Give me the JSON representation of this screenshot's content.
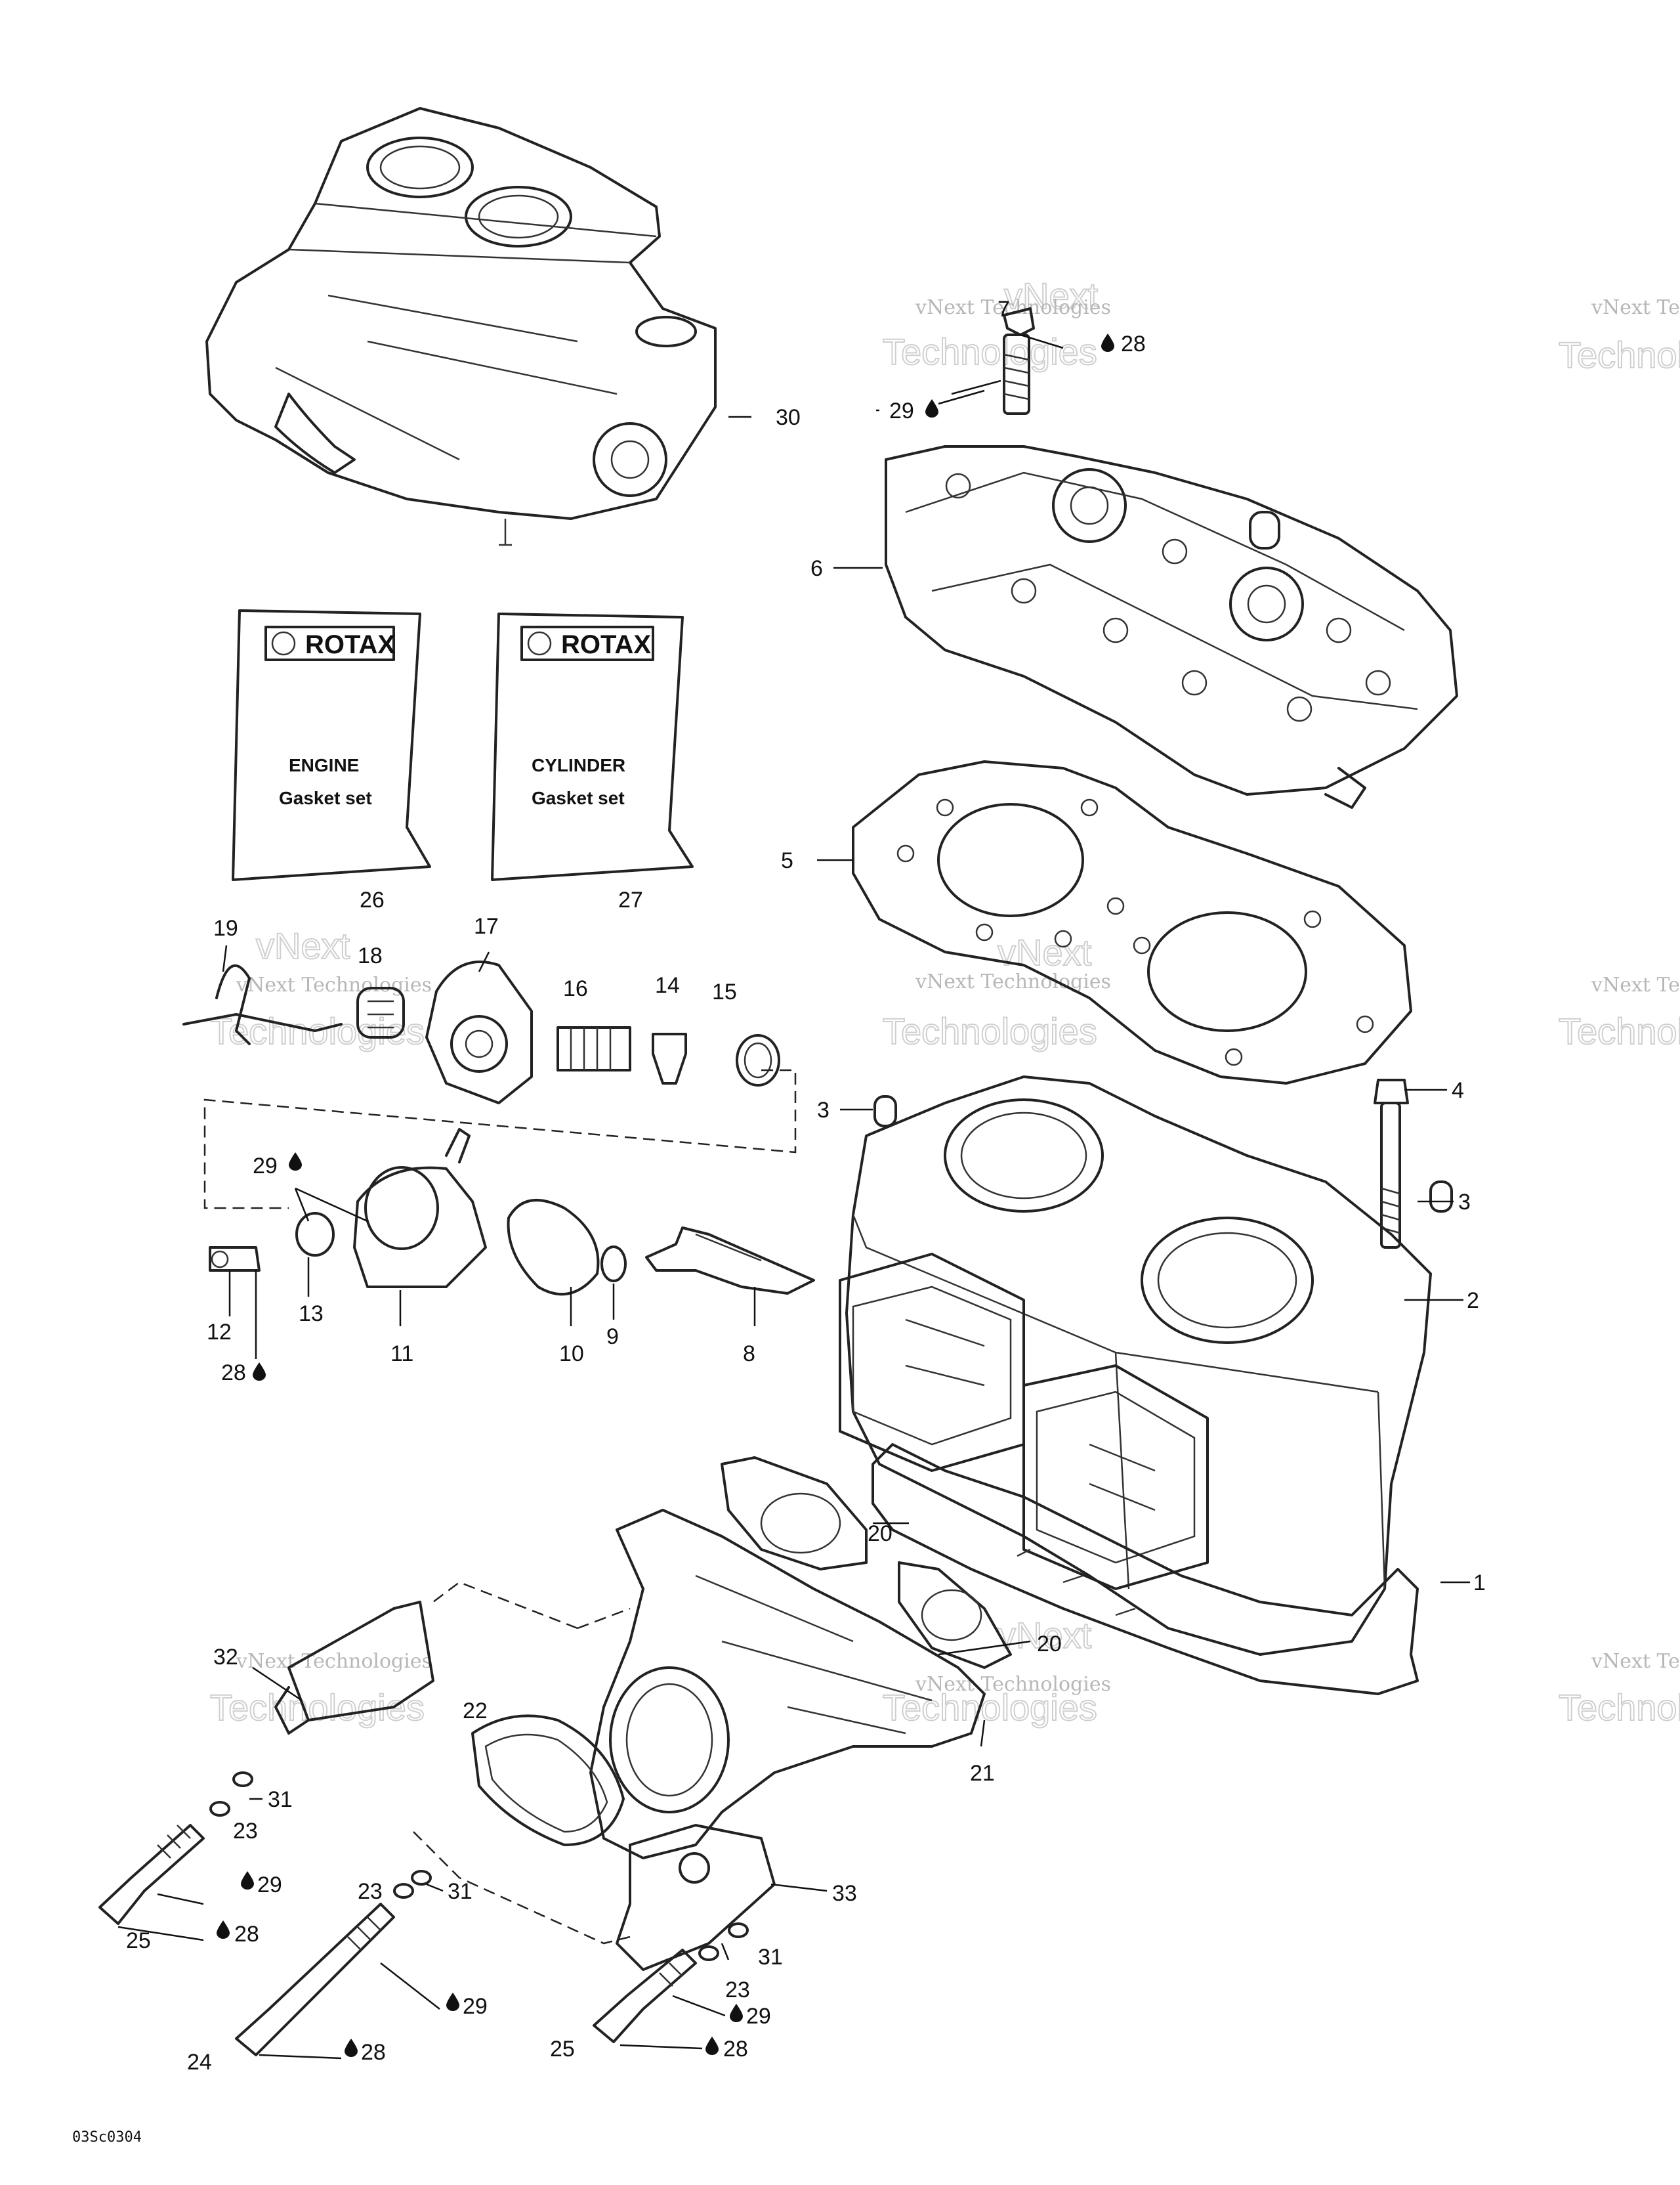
{
  "diagram_code": "03Sc0304",
  "watermark": {
    "line1": "vNext Technologies",
    "line2": "vNext",
    "line3": "Technologies"
  },
  "kits": [
    {
      "brand": "ROTAX",
      "title_line1": "ENGINE",
      "title_line2": "Gasket set",
      "ref": "26"
    },
    {
      "brand": "ROTAX",
      "title_line1": "CYLINDER",
      "title_line2": "Gasket set",
      "ref": "27"
    }
  ],
  "callouts": {
    "c1": "1",
    "c2": "2",
    "c3a": "3",
    "c3b": "3",
    "c4": "4",
    "c5": "5",
    "c6": "6",
    "c7": "7",
    "c8": "8",
    "c9": "9",
    "c10": "10",
    "c11": "11",
    "c12": "12",
    "c13": "13",
    "c14": "14",
    "c15": "15",
    "c16": "16",
    "c17": "17",
    "c18": "18",
    "c19": "19",
    "c20a": "20",
    "c20b": "20",
    "c21": "21",
    "c22": "22",
    "c23a": "23",
    "c23b": "23",
    "c23c": "23",
    "c24": "24",
    "c25a": "25",
    "c25b": "25",
    "c28a": "28",
    "c28b": "28",
    "c28c": "28",
    "c28d": "28",
    "c28e": "28",
    "c29a": "29",
    "c29b": "29",
    "c29c": "29",
    "c29d": "29",
    "c29e": "29",
    "c30": "30",
    "c31a": "31",
    "c31b": "31",
    "c31c": "31",
    "c32": "32",
    "c33": "33"
  }
}
